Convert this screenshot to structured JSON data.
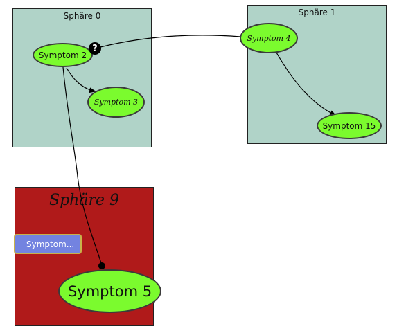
{
  "colors": {
    "sphere_default": "#b0d3c8",
    "sphere_9": "#b01a1a",
    "node_fill": "#7bfb2e",
    "collapsed_fill": "#7383e0",
    "collapsed_border": "#c8b24a"
  },
  "spheres": {
    "sphere_0": {
      "title": "Sphäre 0"
    },
    "sphere_1": {
      "title": "Sphäre 1"
    },
    "sphere_9": {
      "title": "Sphäre 9"
    }
  },
  "nodes": {
    "symptom_2": {
      "label": "Symptom 2"
    },
    "symptom_3": {
      "label": "Symptom 3"
    },
    "symptom_4": {
      "label": "Symptom 4"
    },
    "symptom_15": {
      "label": "Symptom 15"
    },
    "symptom_5": {
      "label": "Symptom 5"
    }
  },
  "collapsed_node": {
    "label": "Symptom..."
  },
  "edges": [
    {
      "from": "Symptom 2",
      "to": "Symptom 3",
      "end": "arrow"
    },
    {
      "from": "Symptom 4",
      "to": "Symptom 15",
      "end": "arrow"
    },
    {
      "from": "Symptom 4",
      "to": "Symptom 2",
      "end": "question"
    },
    {
      "from": "Symptom 2",
      "to": "Symptom 5",
      "end": "dot"
    }
  ],
  "icons": {
    "question_marker": "question-mark-icon"
  }
}
